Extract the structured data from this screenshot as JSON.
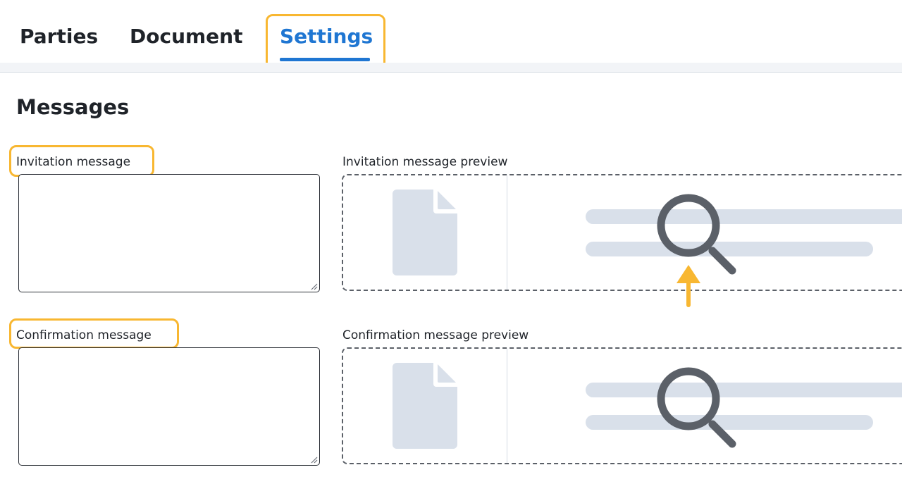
{
  "tabs": [
    {
      "label": "Parties",
      "active": false
    },
    {
      "label": "Document",
      "active": false
    },
    {
      "label": "Settings",
      "active": true
    }
  ],
  "section": {
    "title": "Messages"
  },
  "fields": {
    "invitation": {
      "label": "Invitation message",
      "value": "",
      "preview_label": "Invitation message preview"
    },
    "confirmation": {
      "label": "Confirmation message",
      "value": "",
      "preview_label": "Confirmation message preview"
    }
  },
  "icons": {
    "document": "document-icon",
    "magnifier": "magnifying-glass-icon",
    "arrow": "arrow-up-icon",
    "resize": "resize-handle-icon"
  },
  "colors": {
    "accent": "#1f76d2",
    "highlight": "#f8b731",
    "text": "#1f2329",
    "placeholder_gray": "#d9e0ea",
    "icon_dark": "#5b6068"
  }
}
